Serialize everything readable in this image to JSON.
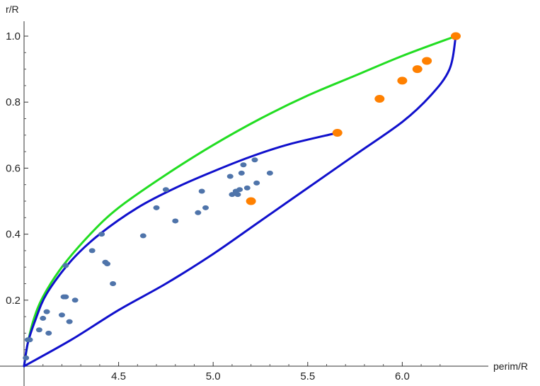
{
  "chart_data": {
    "type": "scatter",
    "xlabel": "perim/R",
    "ylabel": "r/R",
    "xlim": [
      4.0,
      6.283
    ],
    "ylim": [
      0.0,
      1.0
    ],
    "x_ticks": [
      "4.5",
      "5.0",
      "5.5",
      "6.0"
    ],
    "x_tick_values": [
      4.5,
      5.0,
      5.5,
      6.0
    ],
    "y_ticks": [
      "0.2",
      "0.4",
      "0.6",
      "0.8",
      "1.0"
    ],
    "y_tick_values": [
      0.2,
      0.4,
      0.6,
      0.8,
      1.0
    ],
    "curves": [
      {
        "color": "#22dd22",
        "points": [
          [
            4.0,
            0.0
          ],
          [
            4.02,
            0.07
          ],
          [
            4.05,
            0.14
          ],
          [
            4.1,
            0.21
          ],
          [
            4.2,
            0.3
          ],
          [
            4.35,
            0.4
          ],
          [
            4.5,
            0.48
          ],
          [
            4.75,
            0.58
          ],
          [
            5.0,
            0.67
          ],
          [
            5.25,
            0.75
          ],
          [
            5.5,
            0.82
          ],
          [
            5.75,
            0.88
          ],
          [
            6.0,
            0.94
          ],
          [
            6.283,
            1.0
          ]
        ]
      },
      {
        "color": "#1010cc",
        "points": [
          [
            4.0,
            0.0
          ],
          [
            4.02,
            0.07
          ],
          [
            4.06,
            0.14
          ],
          [
            4.12,
            0.22
          ],
          [
            4.25,
            0.32
          ],
          [
            4.4,
            0.4
          ],
          [
            4.6,
            0.48
          ],
          [
            4.8,
            0.54
          ],
          [
            5.0,
            0.59
          ],
          [
            5.2,
            0.635
          ],
          [
            5.4,
            0.672
          ],
          [
            5.657,
            0.707
          ]
        ]
      },
      {
        "color": "#1010cc",
        "points": [
          [
            4.0,
            0.0
          ],
          [
            4.25,
            0.08
          ],
          [
            4.5,
            0.17
          ],
          [
            4.75,
            0.25
          ],
          [
            5.0,
            0.34
          ],
          [
            5.25,
            0.44
          ],
          [
            5.5,
            0.54
          ],
          [
            5.75,
            0.64
          ],
          [
            6.0,
            0.74
          ],
          [
            6.15,
            0.82
          ],
          [
            6.25,
            0.9
          ],
          [
            6.283,
            1.0
          ]
        ]
      }
    ],
    "series": [
      {
        "color": "#4f74aa",
        "x": [
          4.01,
          4.02,
          4.03,
          4.08,
          4.1,
          4.12,
          4.13,
          4.2,
          4.21,
          4.22,
          4.24,
          4.27,
          4.22,
          4.36,
          4.41,
          4.43,
          4.44,
          4.47,
          4.63,
          4.7,
          4.75,
          4.8,
          4.92,
          4.94,
          4.96,
          5.09,
          5.1,
          5.12,
          5.13,
          5.14,
          5.15,
          5.16,
          5.18,
          5.22,
          5.23,
          5.3
        ],
        "y": [
          0.025,
          0.08,
          0.08,
          0.11,
          0.145,
          0.165,
          0.1,
          0.155,
          0.21,
          0.305,
          0.135,
          0.2,
          0.21,
          0.35,
          0.4,
          0.315,
          0.31,
          0.25,
          0.395,
          0.48,
          0.535,
          0.44,
          0.465,
          0.53,
          0.48,
          0.575,
          0.52,
          0.53,
          0.52,
          0.535,
          0.585,
          0.61,
          0.54,
          0.625,
          0.555,
          0.585
        ]
      },
      {
        "color": "#ff8000",
        "x": [
          5.2,
          5.657,
          5.88,
          6.0,
          6.08,
          6.13,
          6.283
        ],
        "y": [
          0.5,
          0.707,
          0.81,
          0.865,
          0.9,
          0.925,
          1.0
        ]
      }
    ]
  }
}
